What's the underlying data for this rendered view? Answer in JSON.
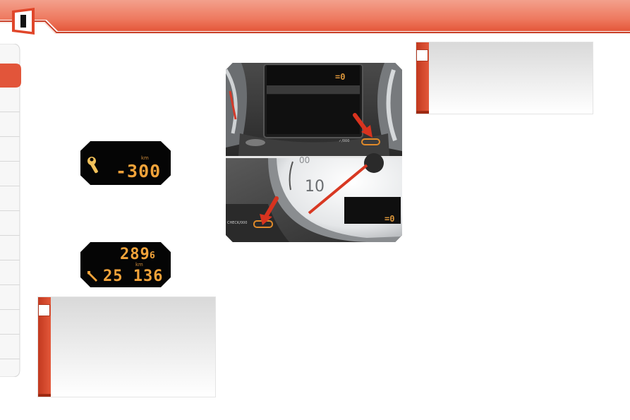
{
  "icons": {
    "chapter": "chapter-marker-icon",
    "wrench": "wrench-icon",
    "arrow": "pointer-arrow-icon"
  },
  "colors": {
    "accent": "#e8553a",
    "accent_dark": "#b5321a",
    "lcd_amber": "#f2a33a"
  },
  "display_countdown": {
    "unit": "km",
    "value": "-300"
  },
  "display_odometer": {
    "trip": "289",
    "trip_decimal": "6",
    "unit": "km",
    "total": "25 136"
  },
  "photo": {
    "top_panel": {
      "readout": "=0",
      "button_label": "✓/000"
    },
    "bottom_panel": {
      "gauge_number": "10",
      "gauge_partial": "00",
      "button_label": "CHECK/000",
      "readout": "=0"
    }
  }
}
